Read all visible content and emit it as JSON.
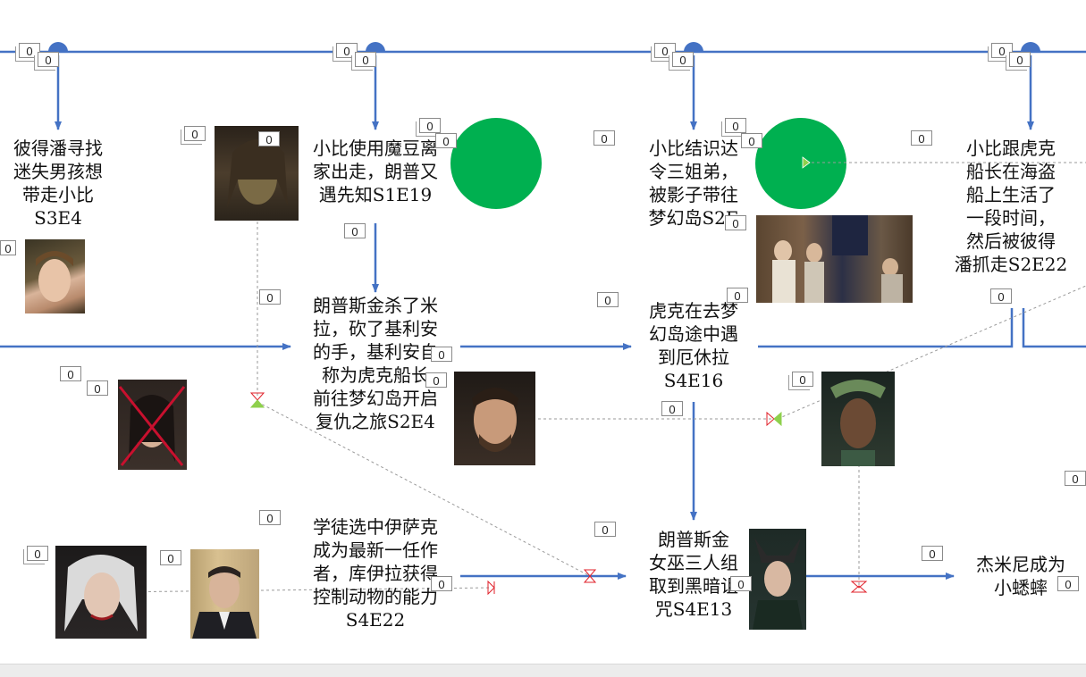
{
  "badge_value": "0",
  "colors": {
    "arrow": "#4472c4",
    "dot": "#4472c4",
    "green_circle": "#00b050",
    "dashed": "#9a9a9a",
    "marker_red": "#e0202a",
    "marker_green": "#8ed04c",
    "cross": "#c8102e"
  },
  "nodes": {
    "peter_pan": "彼得潘寻找\n迷失男孩想\n带走小比\nS3E4",
    "magic_beans": "小比使用魔豆离\n家出走，朗普又\n遇先知S1E19",
    "darling_siblings": "小比结识达\n令三姐弟，\n被影子带往\n梦幻岛S2E",
    "hook_ship": "小比跟虎克\n船长在海盗\n船上生活了\n一段时间，\n然后被彼得\n潘抓走S2E22",
    "rumple_kills_milah": "朗普斯金杀了米\n拉，砍了基利安\n的手，基利安自\n称为虎克船长\n前往梦幻岛开启\n复仇之旅S2E4",
    "hook_ursula": "虎克在去梦\n幻岛途中遇\n到厄休拉\nS4E16",
    "isaac_author": "学徒选中伊萨克\n成为最新一任作\n者，库伊拉获得\n控制动物的能力\nS4E22",
    "queens_of_darkness": "朗普斯金\n女巫三人组\n取到黑暗诅\n咒S4E13",
    "jiminy": "杰米尼成为\n小蟋蟀"
  },
  "icons": {
    "portrait_pan": "peter-pan-portrait",
    "portrait_rumple": "rumplestiltskin-portrait",
    "portrait_darling": "darling-children-portrait",
    "portrait_milah": "milah-portrait-crossed",
    "portrait_hook": "captain-hook-portrait",
    "portrait_ursula": "ursula-portrait",
    "portrait_cruella": "cruella-portrait",
    "portrait_isaac": "isaac-portrait",
    "portrait_maleficent": "maleficent-portrait"
  }
}
